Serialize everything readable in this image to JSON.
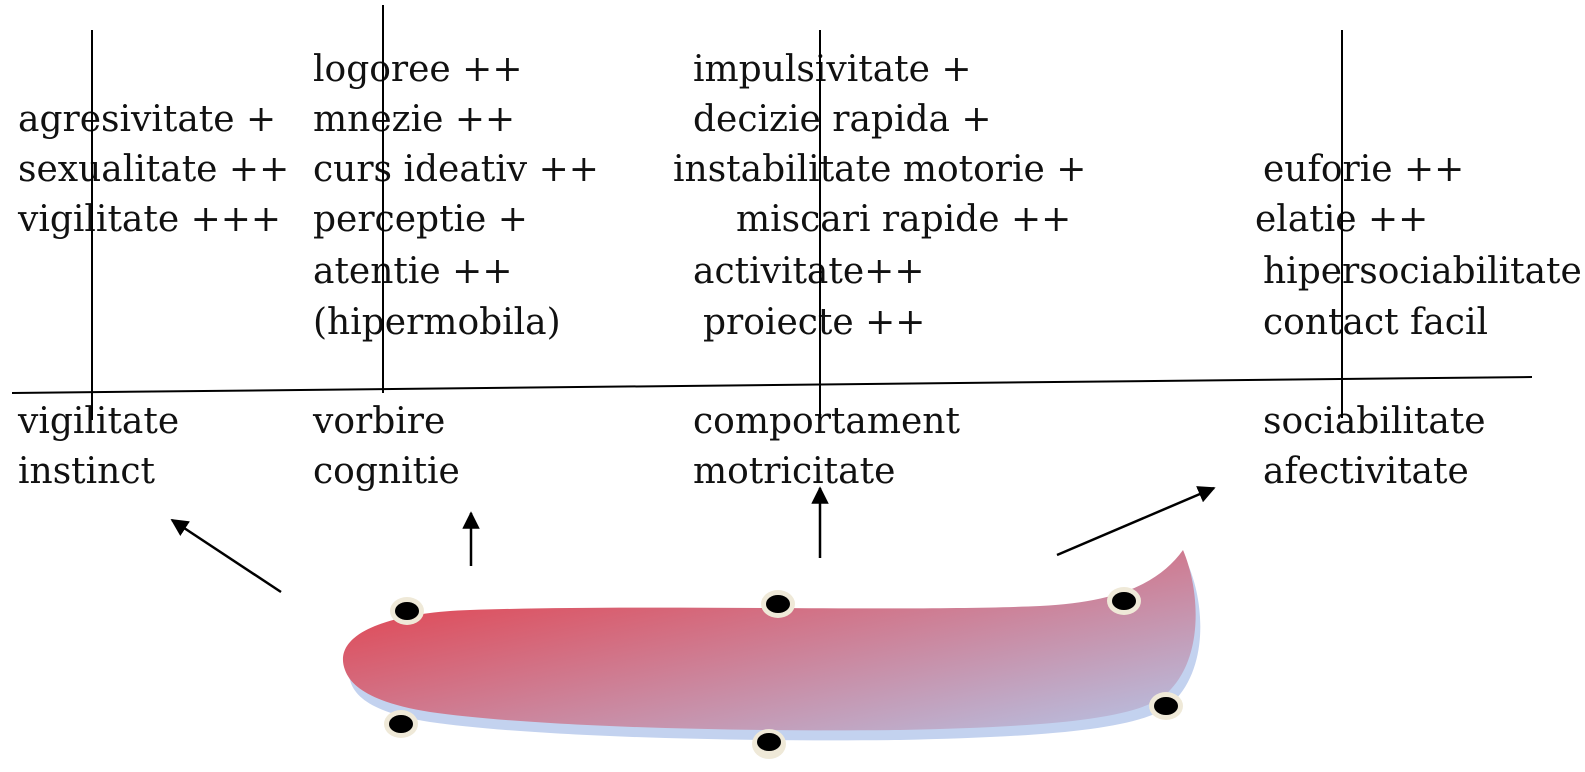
{
  "columns": [
    {
      "symptoms": [
        "agresivitate +",
        "sexualitate ++",
        "vigilitate +++"
      ],
      "functions": [
        "vigilitate",
        "instinct"
      ]
    },
    {
      "symptoms": [
        "logoree ++",
        "mnezie ++",
        "curs ideativ ++",
        "perceptie +",
        "atentie ++",
        "(hipermobila)"
      ],
      "functions": [
        "vorbire",
        "cognitie"
      ]
    },
    {
      "symptoms": [
        "impulsivitate +",
        "decizie rapida +",
        "instabilitate motorie +",
        "miscari rapide ++",
        "activitate++",
        "proiecte ++"
      ],
      "functions": [
        "comportament",
        "motricitate"
      ]
    },
    {
      "symptoms": [
        "euforie ++",
        "elatie ++",
        "hipersociabilitate",
        "contact facil"
      ],
      "functions": [
        "sociabilitate",
        "afectivitate"
      ]
    }
  ],
  "colors": {
    "line": "#000000",
    "shape_start": "#e8313a",
    "shape_end": "#b6c4e6",
    "shape_shadow": "#c3d2ef",
    "node_fill": "#000000",
    "node_ring": "#efe9d8"
  }
}
